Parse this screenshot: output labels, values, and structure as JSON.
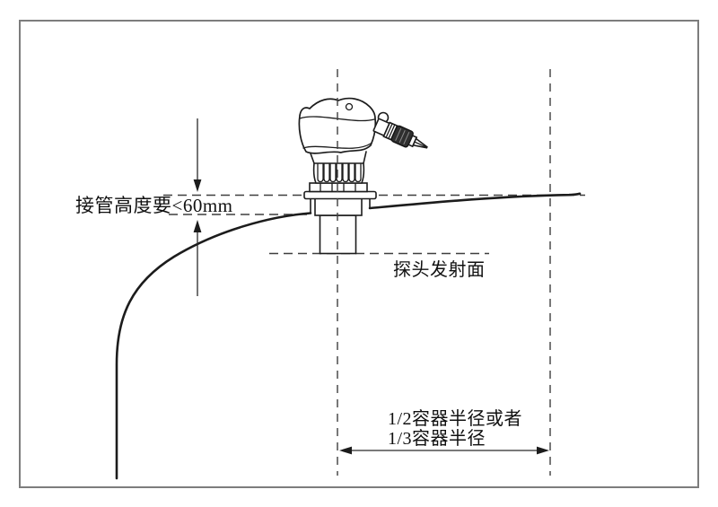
{
  "annotations": {
    "nozzle_height_label": "接管高度要<60mm",
    "probe_face_label": "探头发射面",
    "radius_label_line1": "1/2容器半径或者",
    "radius_label_line2": "1/3容器半径"
  },
  "colors": {
    "line": "#1c1c1c",
    "dashed_line": "#3f3f3f",
    "frame_border": "#7d7d7d",
    "gland_dark_fill": "#2f2f2f",
    "background": "#ffffff"
  }
}
